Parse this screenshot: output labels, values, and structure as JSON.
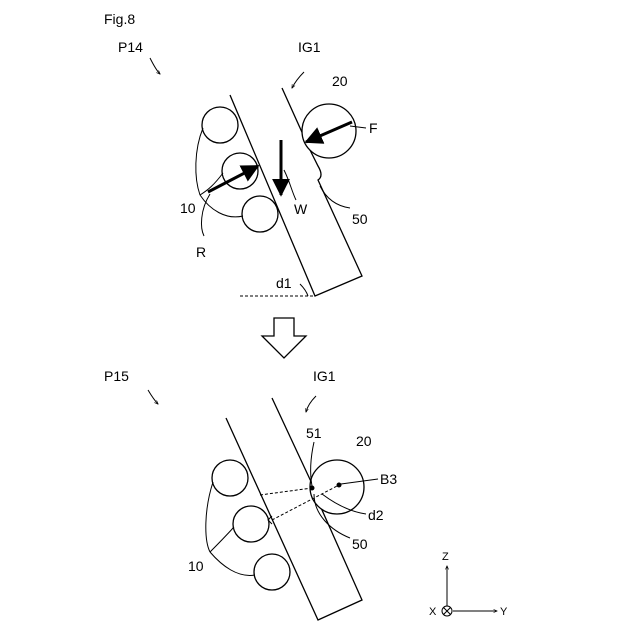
{
  "figure": {
    "title": "Fig.8"
  },
  "top": {
    "process_label": "P14",
    "ig_label": "IG1",
    "labels": {
      "rollers": "10",
      "roller_right": "20",
      "force_f": "F",
      "force_r": "R",
      "force_w": "W",
      "notch": "50",
      "distance": "d1"
    }
  },
  "bottom": {
    "process_label": "P15",
    "ig_label": "IG1",
    "labels": {
      "rollers": "10",
      "roller_right": "20",
      "point_51": "51",
      "point_b3": "B3",
      "distance": "d2",
      "notch": "50"
    }
  },
  "axes": {
    "z": "Z",
    "x": "X",
    "y": "Y"
  }
}
